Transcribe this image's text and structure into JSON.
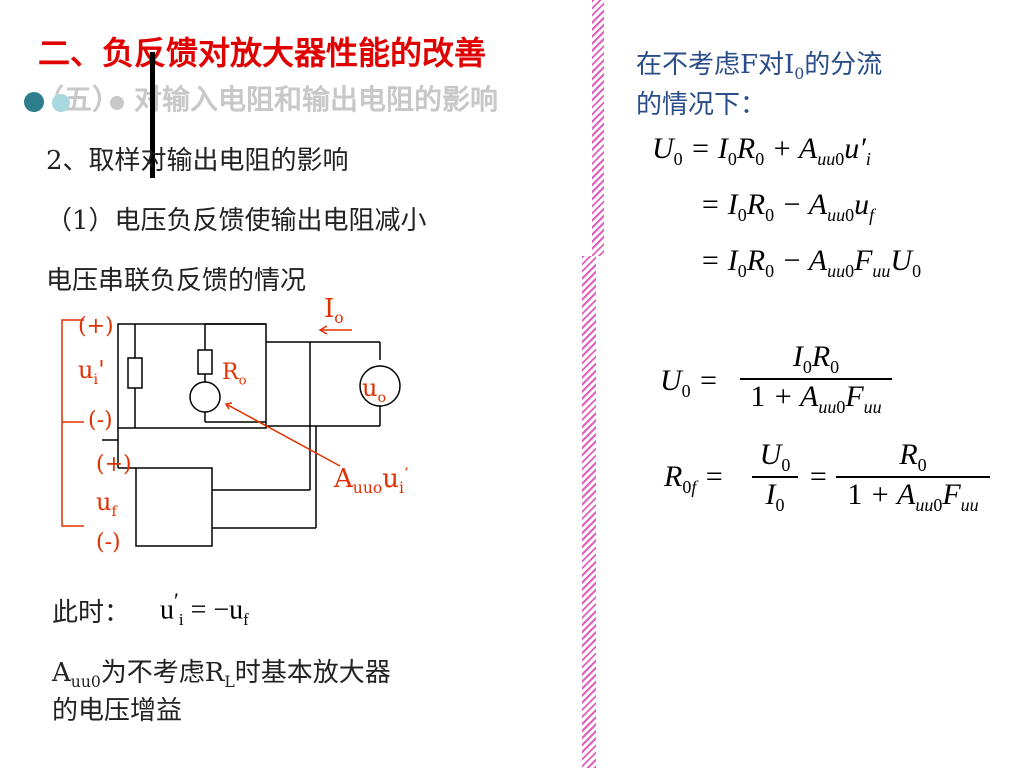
{
  "slide": {
    "title": "二、负反馈对放大器性能的改善",
    "subtitle": "（五）　对输入电阻和输出电阻的影响",
    "section": "2、取样对输出电阻的影响",
    "point": "（1）电压负反馈使输出电阻减小",
    "case": "电压串联负反馈的情况",
    "right_intro_1": "在不考虑F对I",
    "right_intro_sub": "0",
    "right_intro_2": "的分流",
    "right_intro_line2": "的情况下：",
    "at_this_time": "此时：",
    "gain_note_1": "A",
    "gain_note_sub": "uu0",
    "gain_note_2": "为不考虑R",
    "gain_note_sub2": "L",
    "gain_note_3": "时基本放大器",
    "gain_note_line2": "的电压增益"
  },
  "circuit": {
    "plus_top": "(+)",
    "minus_mid": "(-)",
    "plus_mid": "(+)",
    "minus_bot": "(-)",
    "ui_label": "u",
    "ui_sub": "i",
    "ui_prime": "'",
    "uf_label": "u",
    "uf_sub": "f",
    "ro_label": "R",
    "ro_sub": "o",
    "uo_label": "u",
    "uo_sub": "o",
    "io_label": "I",
    "io_sub": "o",
    "auuo_label": "A",
    "auuo_sub": "uuo",
    "auuo_u": "u",
    "auuo_u_sub": "i",
    "auuo_mark": "‘"
  },
  "colors": {
    "title": "#e00000",
    "accent_red": "#e03000",
    "stripe": "#e060c0",
    "dot_dark": "#2e7d8c",
    "dot_light": "#a8d8e0",
    "dot_grey": "#c8c8c8"
  }
}
